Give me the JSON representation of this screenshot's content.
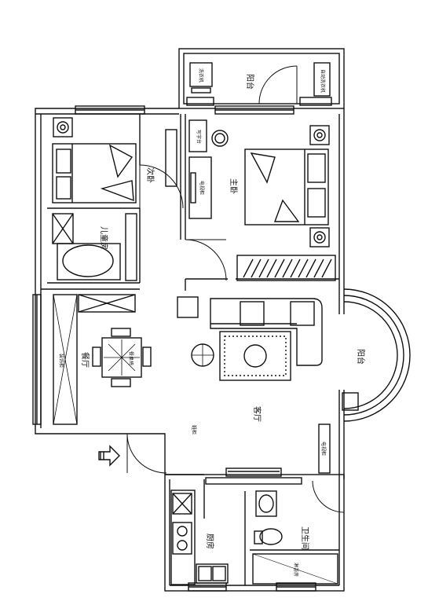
{
  "rooms": {
    "balcony_top": "阳台",
    "second_bedroom": "次卧",
    "master_bedroom": "主卧",
    "kids_room": "儿童房",
    "dining": "餐厅",
    "living": "客厅",
    "balcony_round": "阳台",
    "kitchen": "厨房",
    "bathroom": "卫生间"
  },
  "furniture": {
    "washer": "洗衣机",
    "auto_washer": "自动洗衣机",
    "desk": "写字台",
    "tv_cabinet": "电视柜",
    "sideboard": "装饰柜",
    "dining_set": "餐桌椅",
    "shoe_cabinet": "鞋柜",
    "tv_cabinet_living": "电视柜",
    "shower": "淋浴房"
  },
  "colors": {
    "wall": "#111111",
    "line": "#222222",
    "background": "#ffffff"
  }
}
